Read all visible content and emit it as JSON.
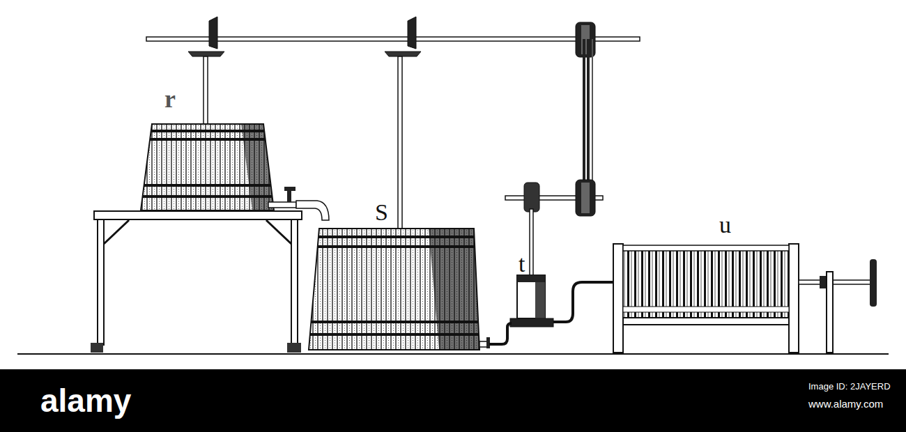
{
  "diagram": {
    "labels": [
      "r",
      "S",
      "t",
      "u",
      "alamy",
      "Image ID: 2JAYERD",
      "www.alamy.com"
    ]
  }
}
